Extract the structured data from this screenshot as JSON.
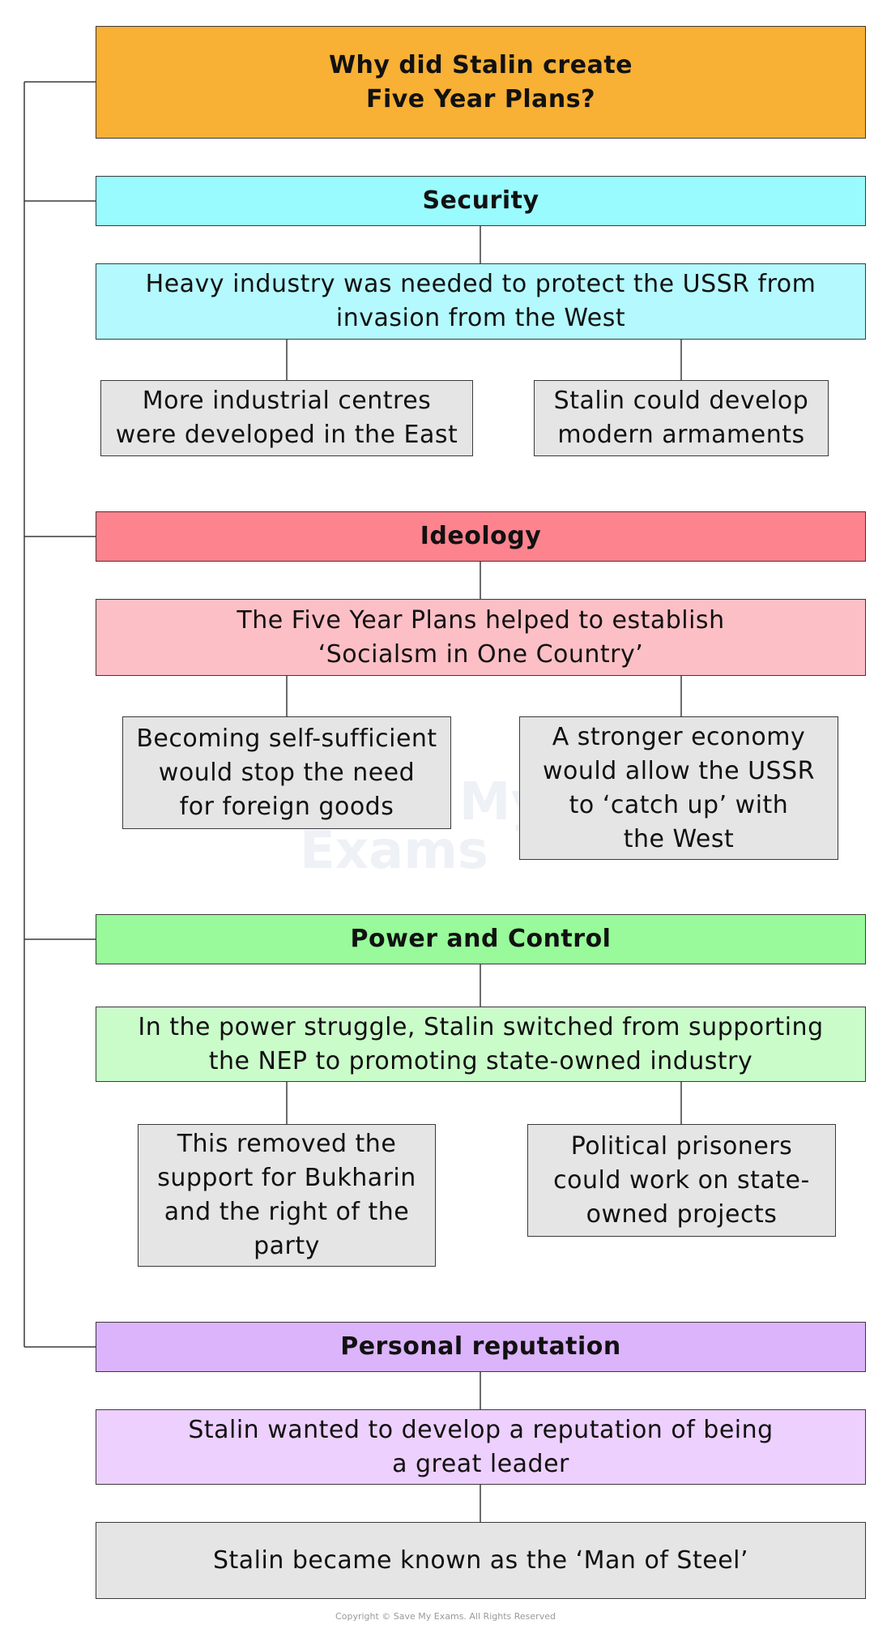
{
  "watermark": "Save My\nExams",
  "title": "Why did Stalin create\nFive Year Plans?",
  "sections": [
    {
      "heading": "Security",
      "detail": "Heavy industry was needed to protect the USSR from\ninvasion from the West",
      "points": [
        "More industrial centres\nwere developed in the East",
        "Stalin could develop\nmodern armaments"
      ]
    },
    {
      "heading": "Ideology",
      "detail": "The Five Year Plans helped to establish\n‘Socialsm in One Country’",
      "points": [
        "Becoming self-sufficient\nwould stop the need\nfor foreign goods",
        "A stronger economy\nwould allow the USSR\nto ‘catch up’ with\nthe West"
      ]
    },
    {
      "heading": "Power and Control",
      "detail": "In the power struggle, Stalin switched from supporting\nthe NEP to promoting state-owned industry",
      "points": [
        "This removed the\nsupport for Bukharin\nand the right of the\nparty",
        "Political prisoners\ncould work on state-\nowned projects"
      ]
    },
    {
      "heading": "Personal reputation",
      "detail": "Stalin wanted to develop a reputation of being\na great leader",
      "points": [
        "Stalin became known as the ‘Man of Steel’"
      ]
    }
  ],
  "copyright": "Copyright © Save My Exams. All Rights Reserved"
}
